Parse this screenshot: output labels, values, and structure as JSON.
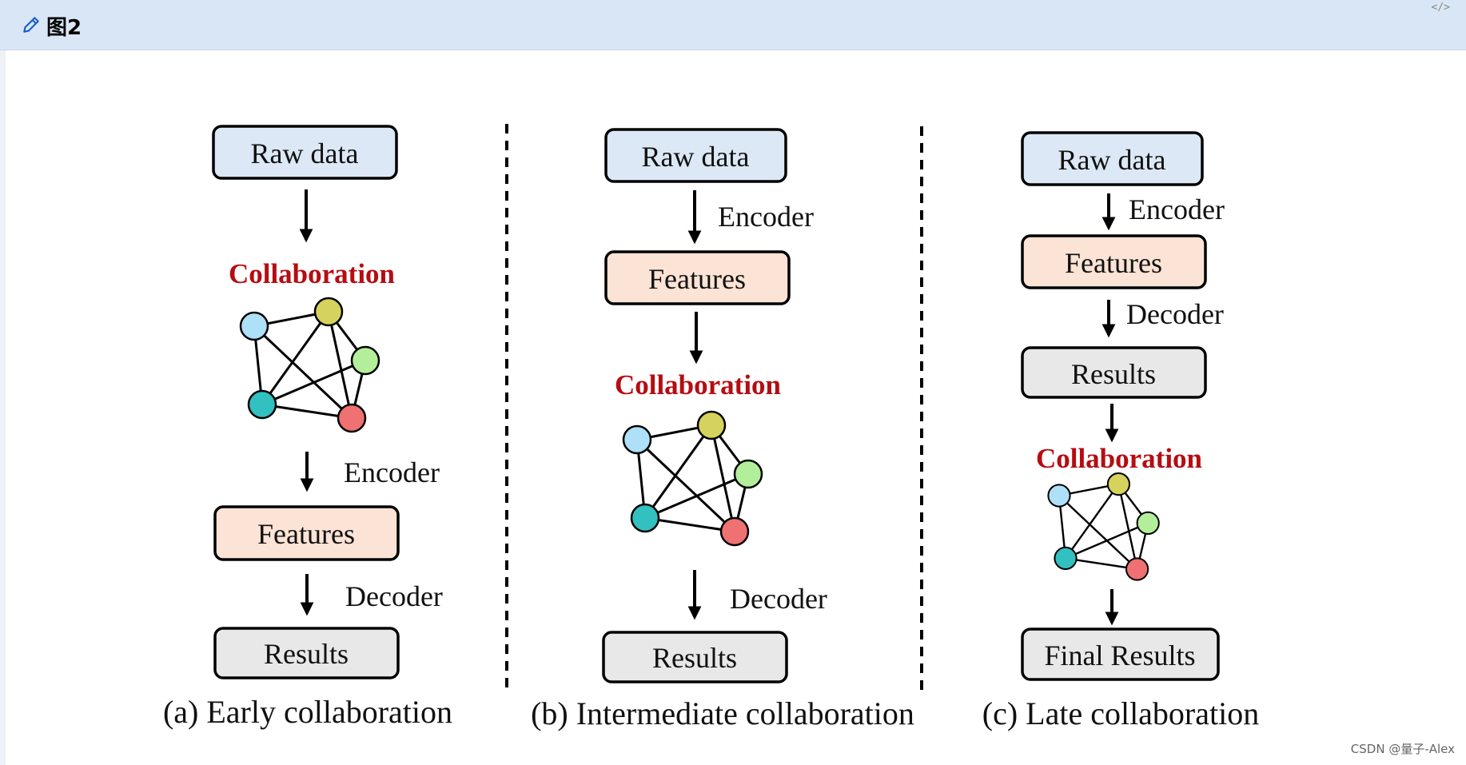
{
  "header": {
    "title": "图2",
    "code_toggle": "</>"
  },
  "panels": [
    {
      "raw": "Raw data",
      "collaboration": "Collaboration",
      "encoder": "Encoder",
      "features": "Features",
      "decoder": "Decoder",
      "results": "Results",
      "caption": "(a) Early collaboration"
    },
    {
      "raw": "Raw data",
      "encoder": "Encoder",
      "features": "Features",
      "collaboration": "Collaboration",
      "decoder": "Decoder",
      "results": "Results",
      "caption": "(b) Intermediate collaboration"
    },
    {
      "raw": "Raw data",
      "encoder": "Encoder",
      "features": "Features",
      "decoder": "Decoder",
      "results": "Results",
      "collaboration": "Collaboration",
      "final": "Final Results",
      "caption": "(c) Late collaboration"
    }
  ],
  "colors": {
    "raw_fill": "#dce8f5",
    "features_fill": "#fbe3d5",
    "results_fill": "#e8e8e8",
    "collab_red": "#b50d12",
    "node_blue": "#aee0f7",
    "node_olive": "#d6d25e",
    "node_green": "#b3ef9a",
    "node_teal": "#33c0c0",
    "node_red": "#f07171"
  },
  "watermark": "CSDN @量子-Alex"
}
